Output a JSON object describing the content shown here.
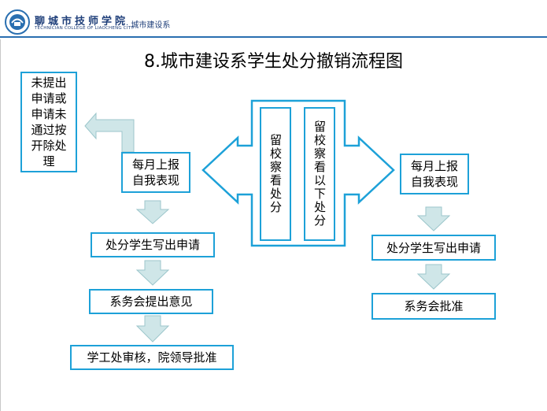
{
  "header": {
    "school_name_cn": "聊城市技师学院",
    "department": "· 城市建设系",
    "school_name_en": "TECHNICIAN COLLEGE OF LIAOCHENG CITY"
  },
  "title": "8.城市建设系学生处分撤销流程图",
  "center": {
    "left_column": "留校察看处分",
    "right_column": "留校察看以下处分"
  },
  "left_flow": {
    "monthly_report": "每月上报\n自我表现",
    "not_applied": "未提出\n申请或\n申请未\n通过按\n开除处\n理",
    "student_apply": "处分学生写出申请",
    "dept_opinion": "系务会提出意见",
    "final_approval": "学工处审核，院领导批准"
  },
  "right_flow": {
    "monthly_report": "每月上报\n自我表现",
    "student_apply": "处分学生写出申请",
    "dept_approval": "系务会批准"
  },
  "colors": {
    "box_border": "#1da1d8",
    "arrow_fill": "#cfe6e8",
    "arrow_stroke": "#9cc6cb",
    "header_blue": "#2a6fb0"
  }
}
